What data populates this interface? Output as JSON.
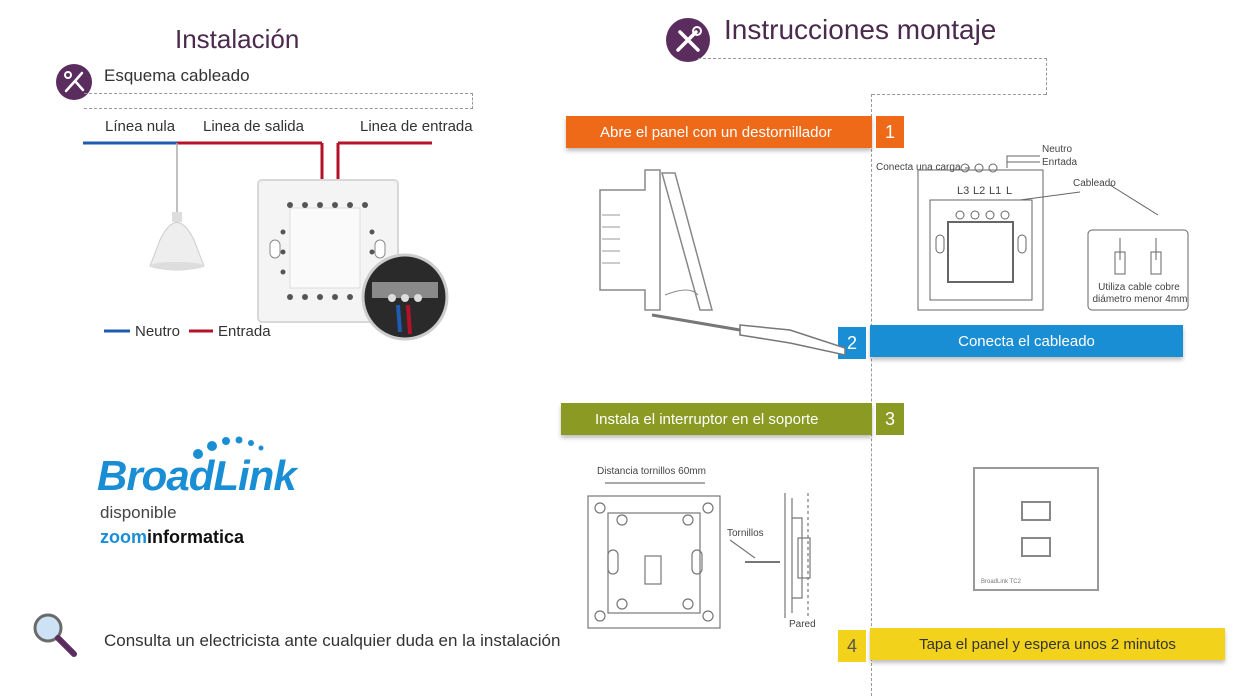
{
  "left": {
    "title": "Instalación",
    "subtitle": "Esquema cableado",
    "wire_labels": {
      "neutral": "Línea nula",
      "output": "Linea de salida",
      "input": "Linea de entrada"
    },
    "legend": {
      "neutral": "Neutro",
      "input": "Entrada"
    },
    "brand": {
      "logo": "BroadLink",
      "available": "disponible",
      "shop_a": "zoom",
      "shop_b": "informatica"
    },
    "note": "Consulta un electricista ante cualquier duda en la instalación"
  },
  "right": {
    "title": "Instrucciones montaje",
    "steps": [
      {
        "number": "1",
        "text": "Abre el panel con un destornillador"
      },
      {
        "number": "2",
        "text": "Conecta el cableado"
      },
      {
        "number": "3",
        "text": "Instala el interruptor en  el soporte"
      },
      {
        "number": "4",
        "text": "Tapa el panel y espera unos 2 minutos"
      }
    ],
    "wiring": {
      "neutro": "Neutro",
      "entrada": "Enrtada",
      "carga": "Conecta una carga",
      "cableado": "Cableado",
      "terminals": [
        "L3",
        "L2",
        "L1",
        "L"
      ],
      "cable_note_1": "Utiliza cable cobre",
      "cable_note_2": "diámetro menor 4mm"
    },
    "mount": {
      "distance": "Distancia tornillos 60mm",
      "screws": "Tornillos",
      "wall": "Pared"
    },
    "panel_brand": "BroadLink  TC2"
  },
  "colors": {
    "purple": "#5a2d5e",
    "orange": "#ee6a18",
    "blue": "#1a8ed4",
    "olive": "#8a9a22",
    "yellow": "#f2d21a",
    "red_wire": "#b5122a",
    "blue_wire": "#1f5bb0"
  }
}
